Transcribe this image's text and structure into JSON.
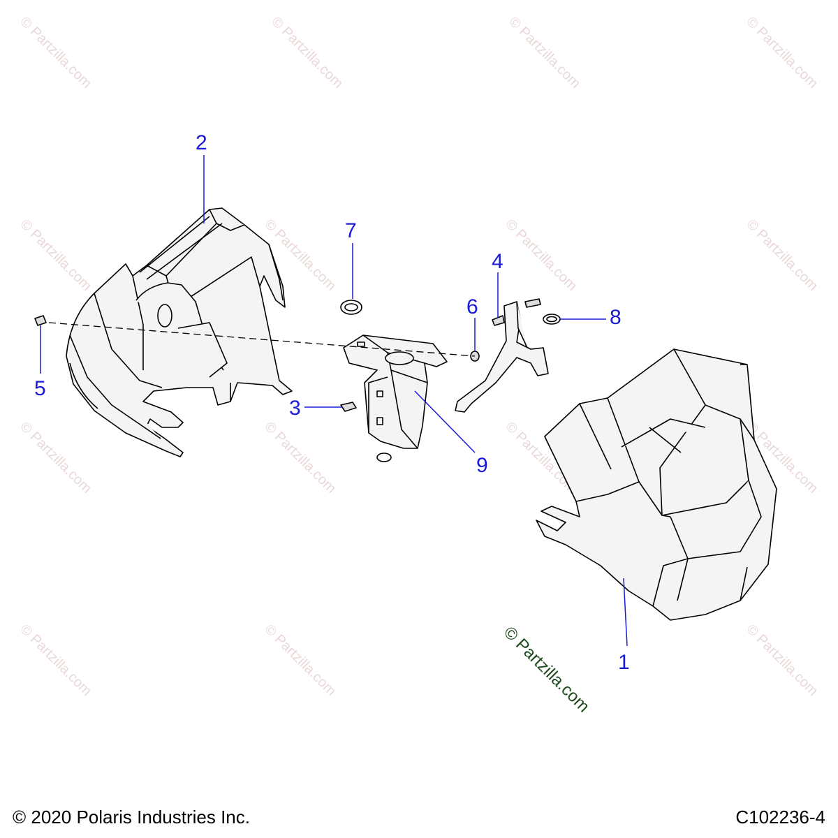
{
  "callouts": [
    {
      "id": "1",
      "text": "1"
    },
    {
      "id": "2",
      "text": "2"
    },
    {
      "id": "3",
      "text": "3"
    },
    {
      "id": "4",
      "text": "4"
    },
    {
      "id": "5",
      "text": "5"
    },
    {
      "id": "6",
      "text": "6"
    },
    {
      "id": "7",
      "text": "7"
    },
    {
      "id": "8",
      "text": "8"
    },
    {
      "id": "9",
      "text": "9"
    }
  ],
  "watermark": {
    "faint_text": "© Partzilla.com",
    "main_text": "© Partzilla.com"
  },
  "footer": {
    "copyright": "© 2020 Polaris Industries Inc.",
    "diagram_code": "C102236-4"
  },
  "colors": {
    "callout": "#1a1ad6",
    "linework": "#000000",
    "watermark_faint": "#d9b8b8",
    "watermark_main": "#1e4a1e"
  }
}
